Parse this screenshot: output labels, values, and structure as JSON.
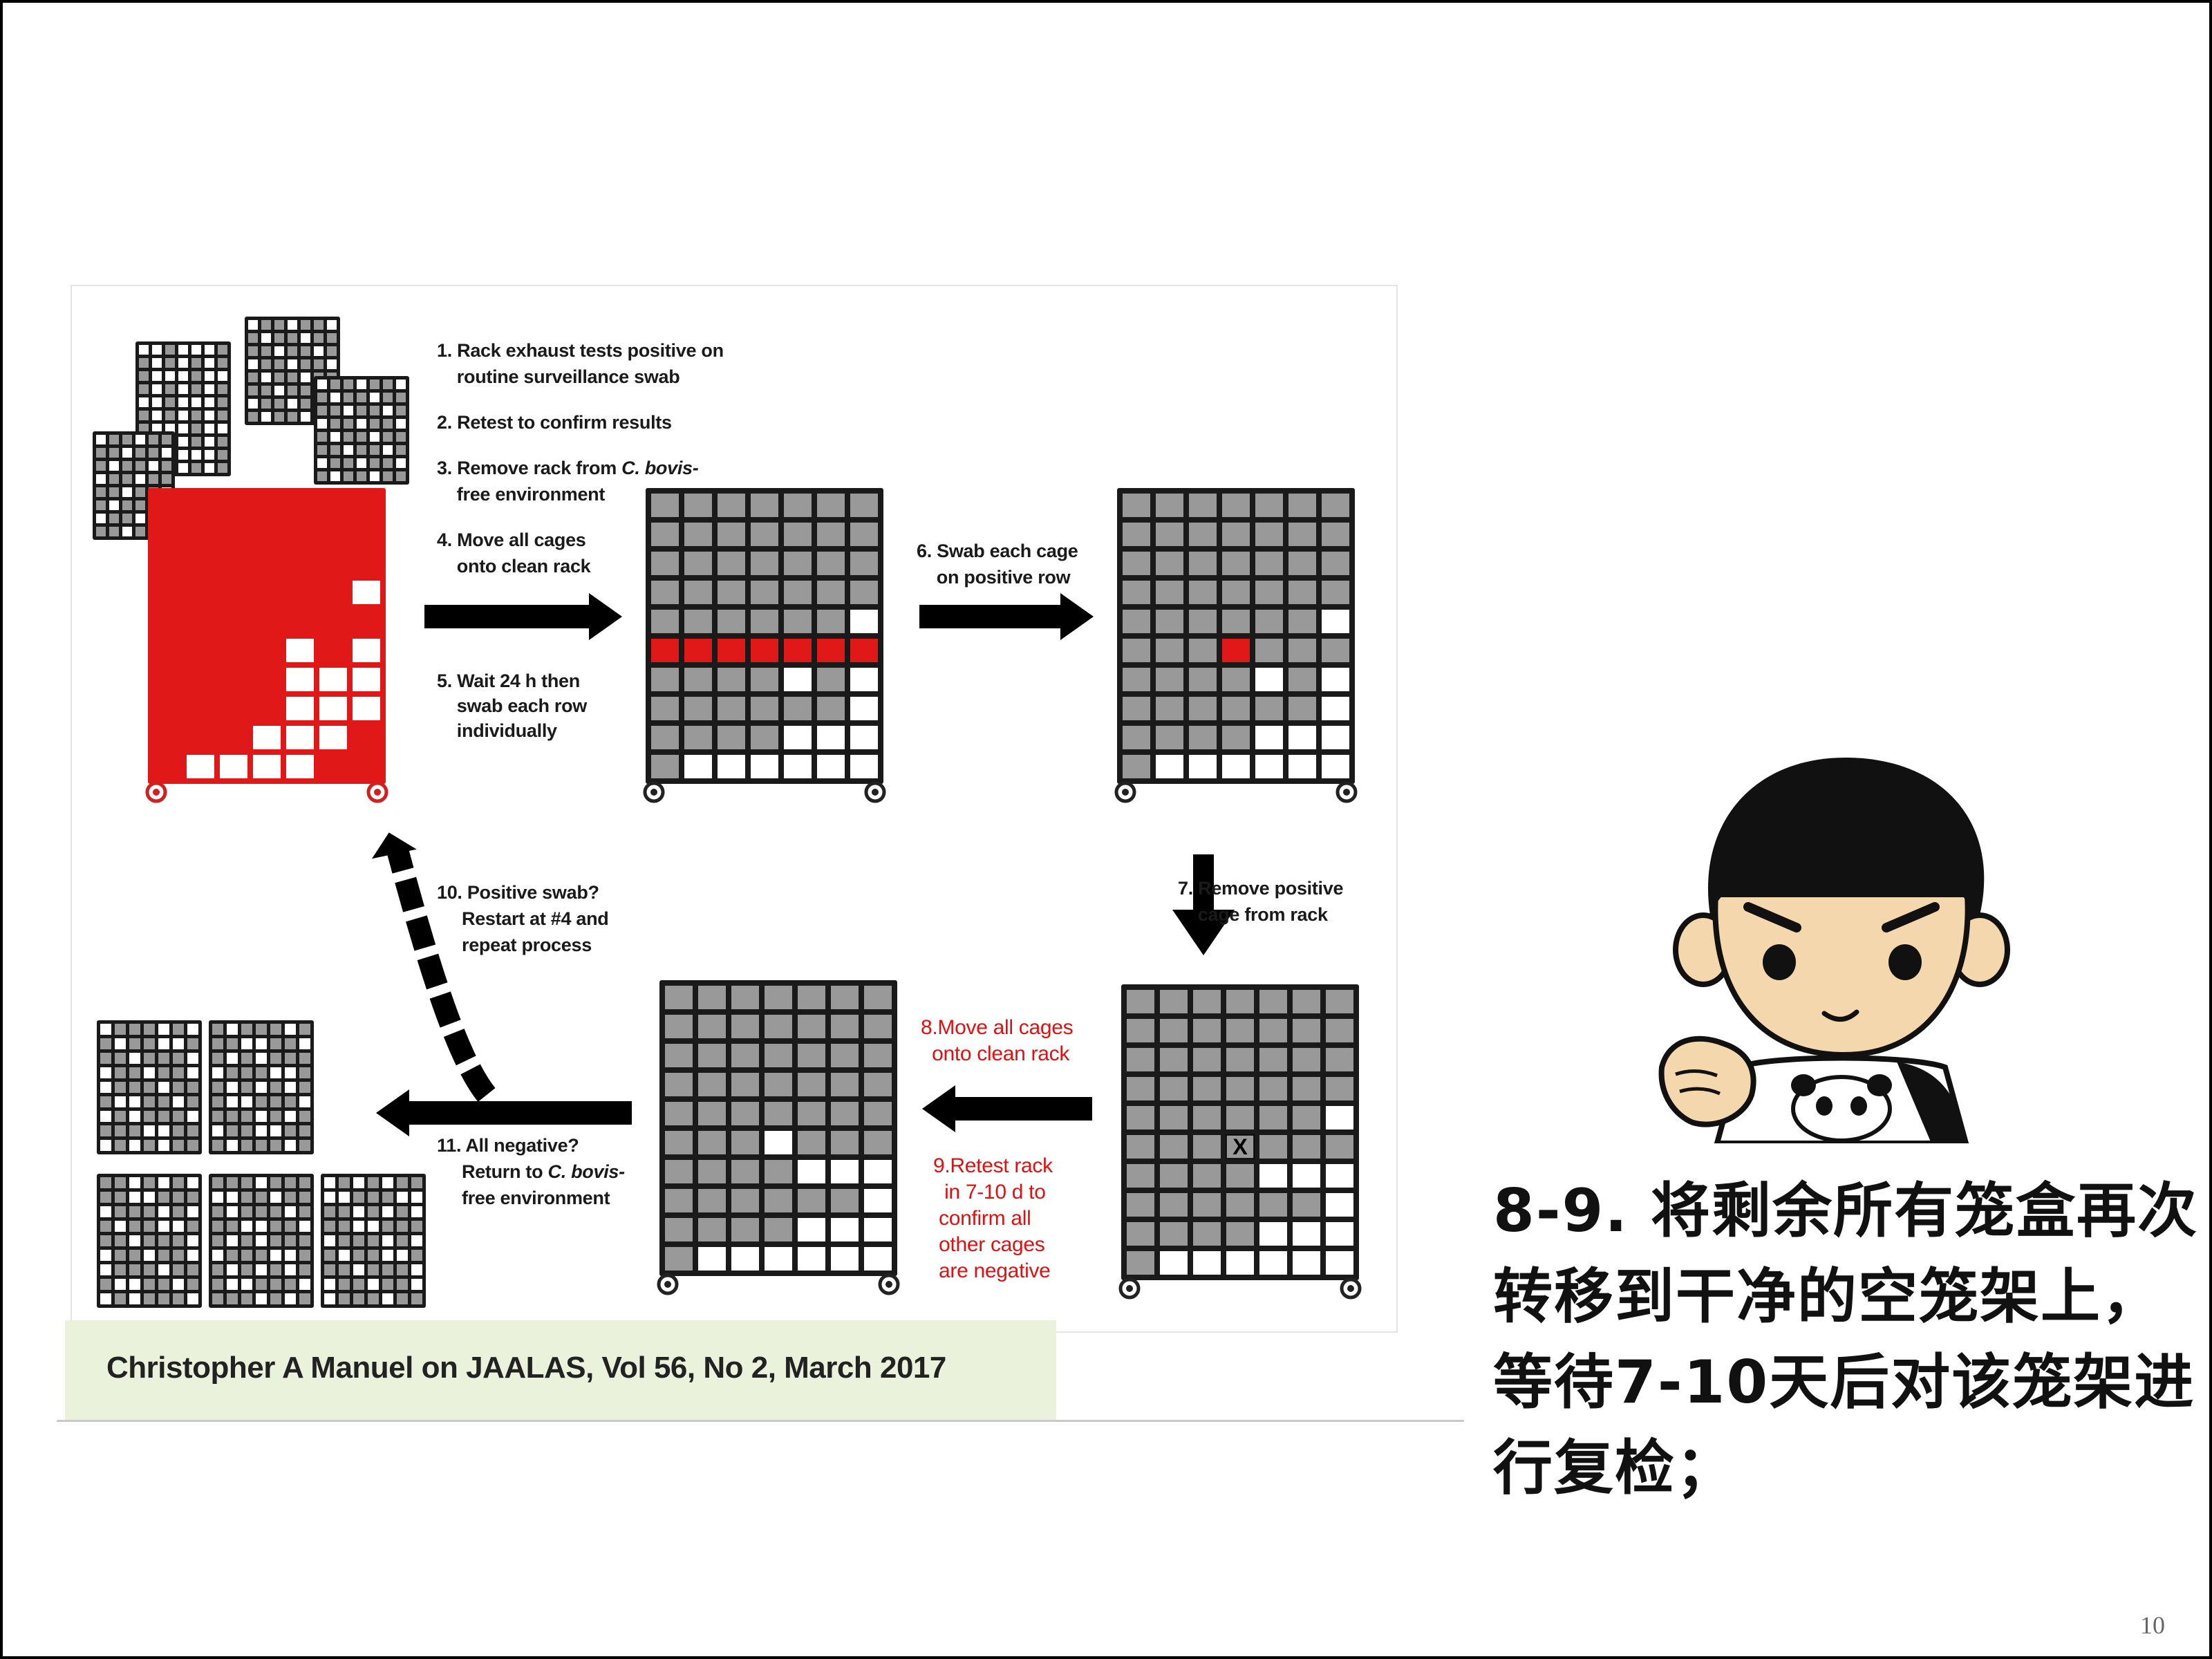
{
  "figure": {
    "steps": {
      "s1a": "1. Rack exhaust tests positive on",
      "s1b": "    routine surveillance swab",
      "s2": "2. Retest to confirm results",
      "s3a": "3. Remove rack from ",
      "s3em": "C. bovis-",
      "s3b": "    free environment",
      "s4a": "4. Move all cages",
      "s4b": "    onto clean rack",
      "s5a": "5. Wait 24 h then",
      "s5b": "    swab each row",
      "s5c": "    individually",
      "s6a": "6. Swab each cage",
      "s6b": "    on positive row",
      "s7a": "7. Remove positive",
      "s7b": "    cage from rack",
      "s8a": "8.Move all cages",
      "s8b": "  onto clean rack",
      "s9a": "9.Retest rack",
      "s9b": "  in 7-10 d to",
      "s9c": " confirm all",
      "s9d": " other cages",
      "s9e": " are negative",
      "s10a": "10. Positive swab?",
      "s10b": "     Restart at #4 and",
      "s10c": "     repeat process",
      "s11a": "11. All negative?",
      "s11b": "     Return to ",
      "s11em": "C. bovis-",
      "s11c": "     free environment"
    },
    "removed_cage_mark": "X",
    "colors": {
      "positive": "#e01818",
      "cage": "#999999",
      "negative": "#ffffff",
      "rack": "#1a1a1a",
      "arrow": "#000000"
    }
  },
  "citation": "Christopher A Manuel on JAALAS, Vol 56, No 2, March 2017",
  "caption": "8-9. 将剩余所有笼盒再次转移到干净的空笼架上，等待7-10天后对该笼架进行复检；",
  "page_number": "10",
  "avatar_icon": "cartoon-boy-pointing-icon"
}
